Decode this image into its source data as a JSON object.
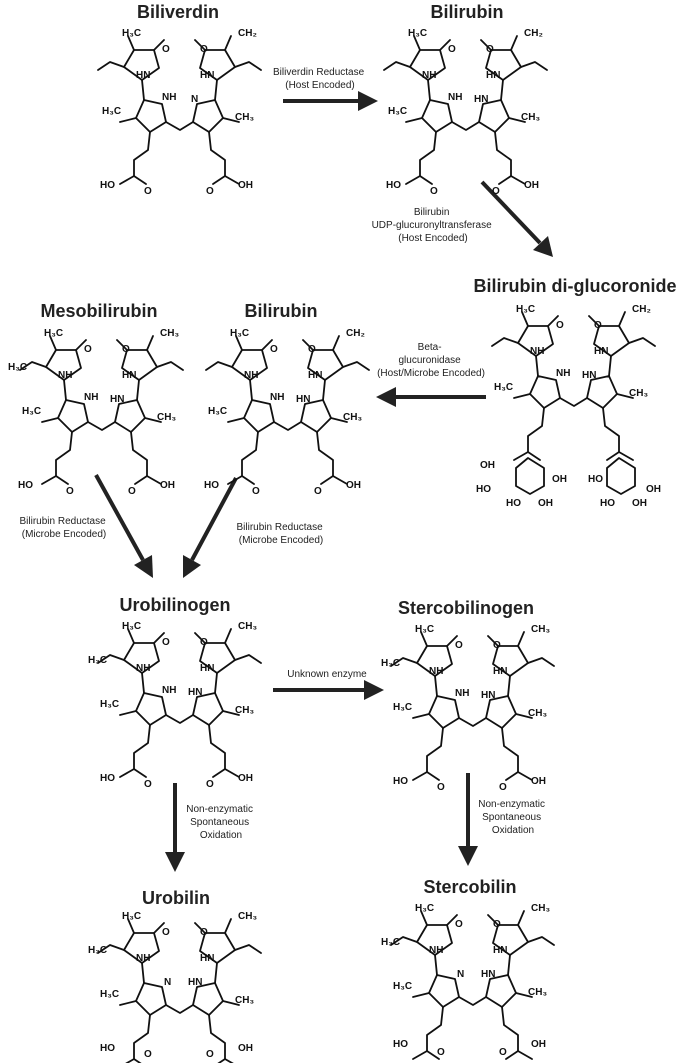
{
  "compounds": {
    "biliverdin": "Biliverdin",
    "bilirubin_top": "Bilirubin",
    "bilirubin_diglucoronide": "Bilirubin di-glucoronide",
    "mesobilirubin": "Mesobilirubin",
    "bilirubin_mid": "Bilirubin",
    "urobilinogen": "Urobilinogen",
    "stercobilinogen": "Stercobilinogen",
    "urobilin": "Urobilin",
    "stercobilin": "Stercobilin"
  },
  "enzymes": {
    "biliverdin_reductase": [
      "Biliverdin Reductase",
      "(Host Encoded)"
    ],
    "ugt": [
      "Bilirubin",
      "UDP-glucuronyltransferase",
      "(Host Encoded)"
    ],
    "beta_glucuronidase": [
      "Beta-",
      "glucuronidase",
      "(Host/Microbe Encoded)"
    ],
    "bilirubin_reductase_left": [
      "Bilirubin Reductase",
      "(Microbe Encoded)"
    ],
    "bilirubin_reductase_right": [
      "Bilirubin Reductase",
      "(Microbe Encoded)"
    ],
    "unknown": [
      "Unknown enzyme"
    ],
    "oxidation_left": [
      "Non-enzymatic",
      "Spontaneous",
      "Oxidation"
    ],
    "oxidation_right": [
      "Non-enzymatic",
      "Spontaneous",
      "Oxidation"
    ]
  },
  "atoms": {
    "methyl": "H₃C",
    "methyl_r": "CH₃",
    "vinyl": "CH₂",
    "ethyl_l": "H₃C",
    "ethyl_r": "CH₃",
    "nh": "NH",
    "hn": "HN",
    "n": "N",
    "o": "O",
    "acid_l": "HO",
    "acid_r": "OH",
    "oh": "OH",
    "ho": "HO"
  }
}
